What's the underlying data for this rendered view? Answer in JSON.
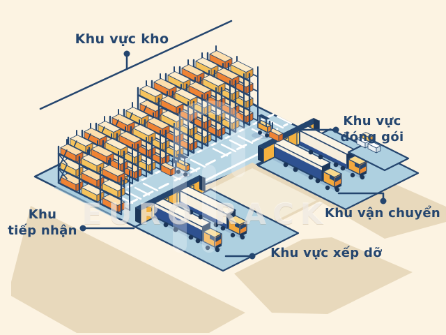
{
  "labels": {
    "warehouse": "Khu vực kho",
    "packing": "Khu vực\nđóng gói",
    "receiving": "Khu\ntiếp nhận",
    "unloading": "Khu vực xếp dỡ",
    "shipping": "Khu vận chuyển"
  },
  "watermark": {
    "text": "EURO RACK"
  },
  "palette": {
    "bg": "#fcf3e2",
    "navy": "#24456e",
    "navyDark": "#1c3658",
    "floor": "#b7d5e3",
    "yard": "#aed0e0",
    "beige": "#e8d9bc",
    "cream": "#f4ecd8",
    "container": "#f6eedd",
    "trailerNavy": "#2e5190",
    "wallYellow": "#f4b13f",
    "doorYellow": "#fbd06a",
    "orange": "#ef8334",
    "orangeDark": "#d96c28",
    "yellow": "#f6c35c",
    "yellowDark": "#e39b38",
    "cabYellow": "#f3a93d",
    "cabTop": "#f9d98c",
    "cabOrange": "#ea8b33",
    "white": "#ffffff",
    "rackShadow": "#9fc6da",
    "shadow": "rgba(46,81,144,0.16)"
  }
}
